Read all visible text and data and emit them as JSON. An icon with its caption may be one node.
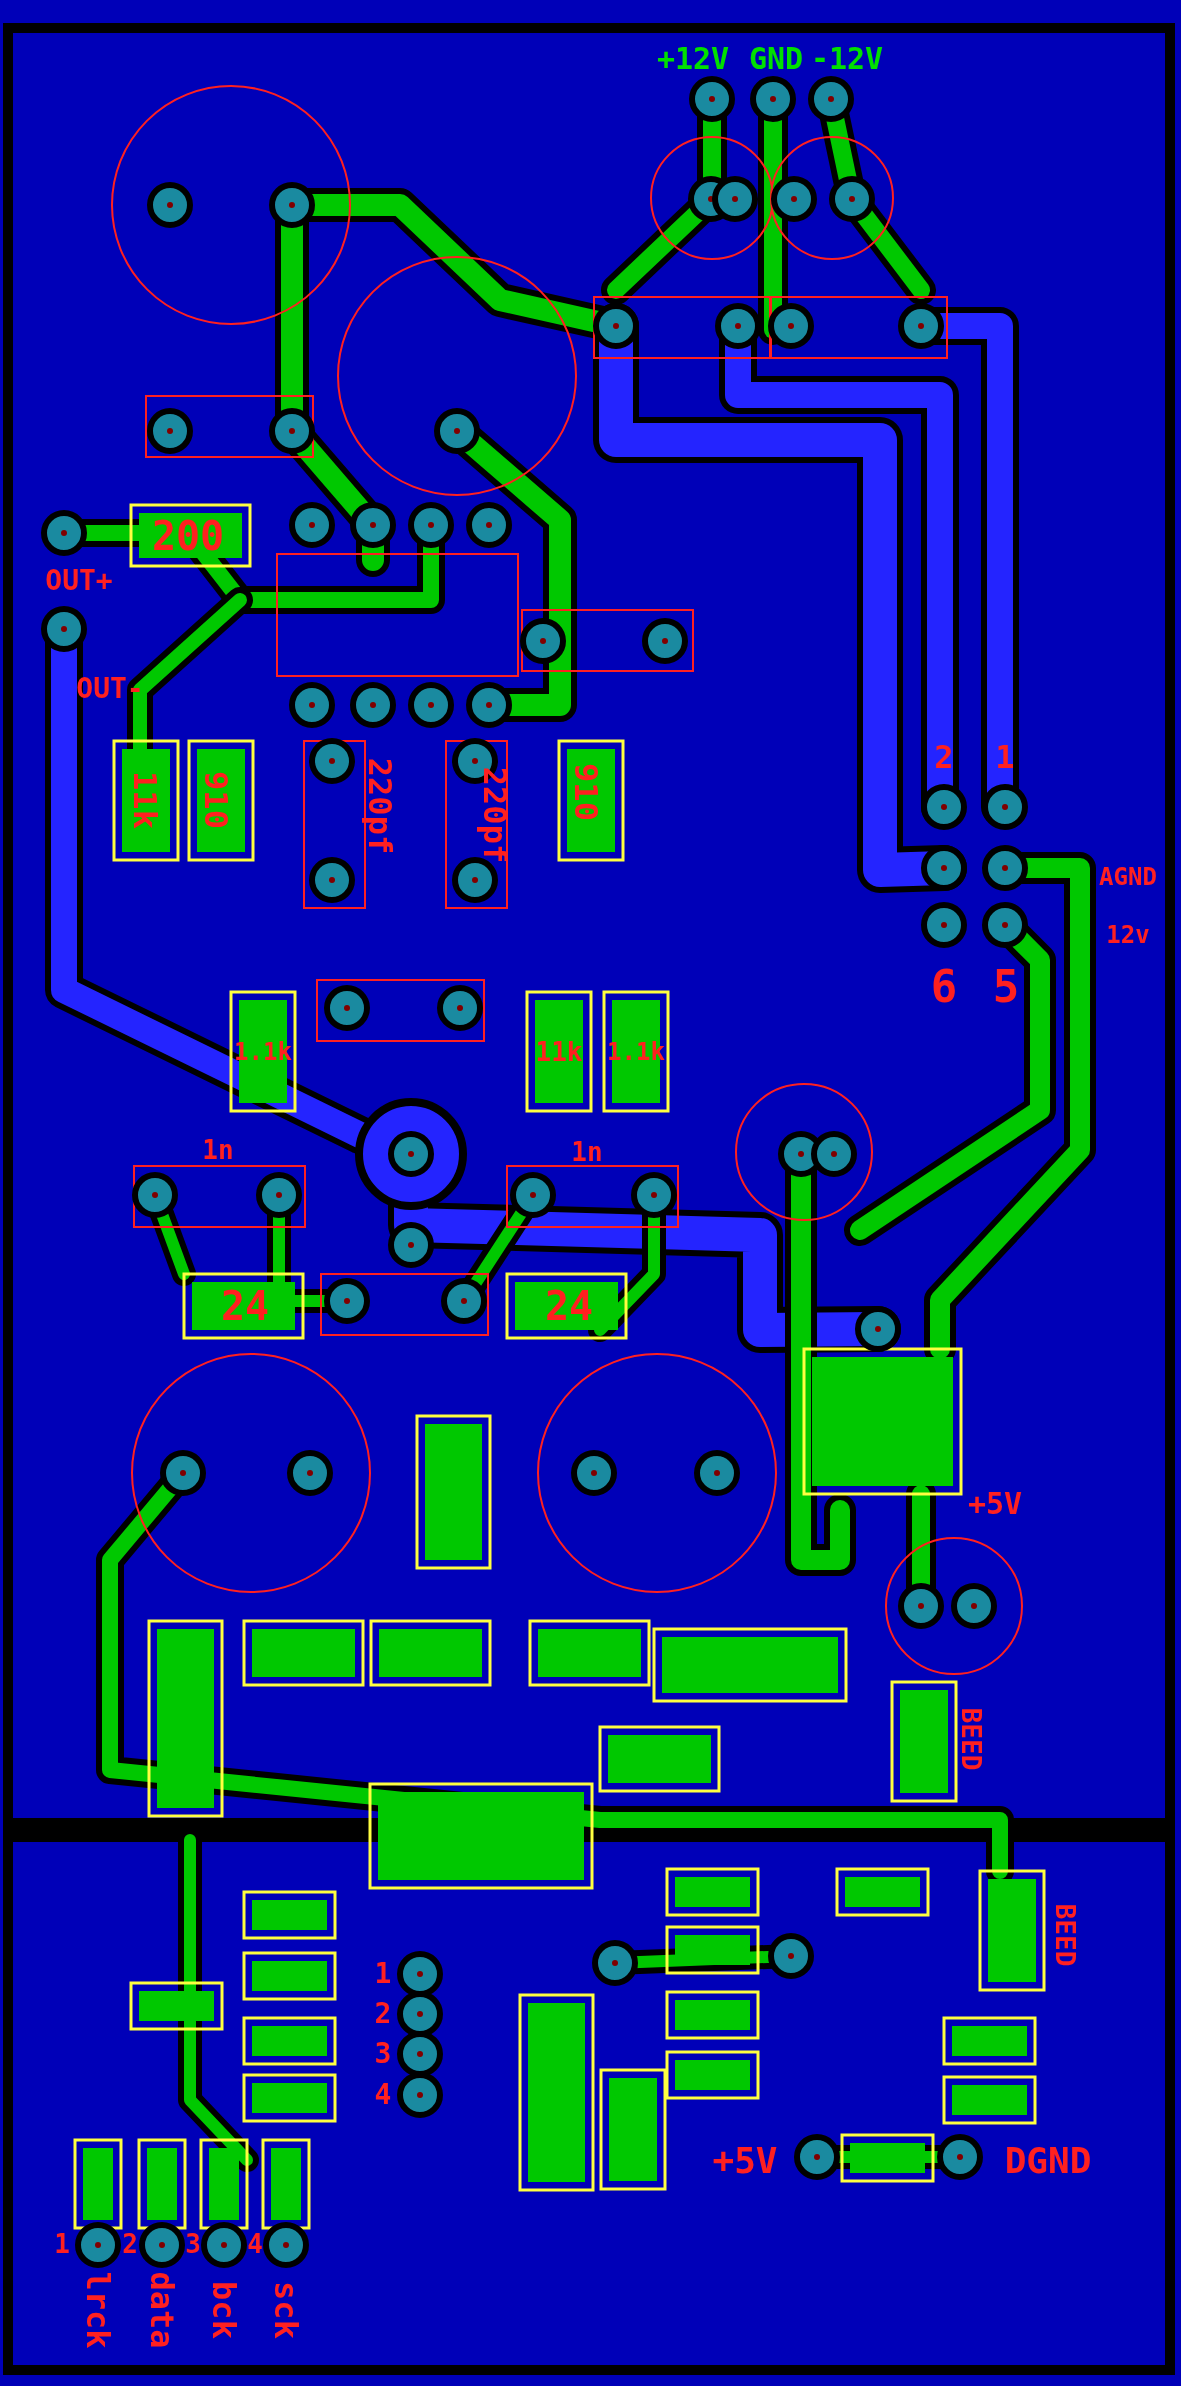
{
  "diagram": {
    "labels": [
      "+12V",
      "GND",
      "-12V",
      "200",
      "OUT+",
      "OUT-",
      "11k",
      "910",
      "220pf",
      "220pf",
      "910",
      "2",
      "1",
      "AGND",
      "12v",
      "6",
      "5",
      "1.1k",
      "11k",
      "1.1k",
      "1n",
      "1n",
      "24",
      "24",
      "+5V",
      "BEED",
      "1",
      "2",
      "3",
      "4",
      "BEED",
      "+5V",
      "DGND",
      "1",
      "2",
      "3",
      "4",
      "lrck",
      "data",
      "bck",
      "sck"
    ]
  }
}
